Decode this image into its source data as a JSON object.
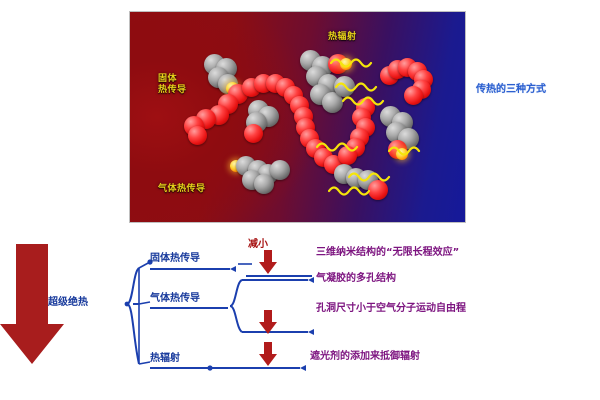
{
  "illustration": {
    "labels": {
      "solid_conduction": "固体\n热传导",
      "solid_conduction_line1": "固体",
      "solid_conduction_line2": "热传导",
      "gas_conduction": "气体热传导",
      "thermal_radiation": "热辐射"
    },
    "colors": {
      "label_color": "#e8d21a",
      "background_left": "#8f0d11",
      "background_right": "#15199a",
      "atom_red": "#e81212",
      "atom_gray": "#6f6f6f",
      "wave_yellow": "#f5e50a"
    }
  },
  "caption": {
    "text": "传热的三种方式",
    "color": "#2b5fd0"
  },
  "flow": {
    "root": "超级绝热",
    "branches": [
      {
        "label": "固体热传导",
        "connector": "减小",
        "connector_color": "#a61212",
        "results": [
          "三维纳米结构的“无限长程效应”"
        ]
      },
      {
        "label": "气体热传导",
        "connector": "",
        "results": [
          "气凝胶的多孔结构",
          "孔洞尺寸小于空气分子运动自由程"
        ]
      },
      {
        "label": "热辐射",
        "connector": "",
        "results": [
          "遮光剂的添加来抵御辐射"
        ]
      }
    ],
    "sub_labels": {
      "aerogel_pore": "气凝胶的多孔结构",
      "pore_size": "孔洞尺寸小于空气分子运动自由程"
    },
    "colors": {
      "node_blue": "#183a9c",
      "line_blue": "#1b3fae",
      "accent_red": "#a61212",
      "result_purple": "#7d1580"
    }
  },
  "arrow": {
    "name": "down-arrow",
    "color": "#a81d1d"
  }
}
